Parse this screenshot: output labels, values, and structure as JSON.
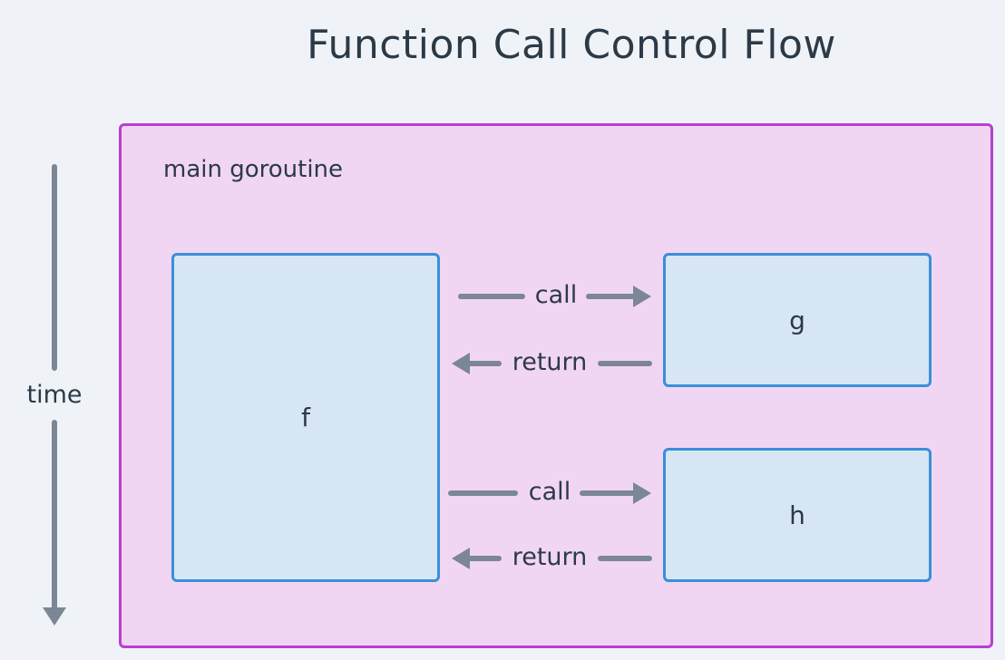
{
  "title": "Function Call Control Flow",
  "goroutine": {
    "label": "main goroutine"
  },
  "time_axis": {
    "label": "time"
  },
  "functions": {
    "f": "f",
    "g": "g",
    "h": "h"
  },
  "edges": [
    {
      "label": "call"
    },
    {
      "label": "return"
    },
    {
      "label": "call"
    },
    {
      "label": "return"
    }
  ],
  "colors": {
    "background": "#eff3f7",
    "goroutine_fill": "#f1d6f3",
    "goroutine_border": "#b83fd1",
    "box_fill": "#d6e6f5",
    "box_border": "#3a8fda",
    "arrow": "#7b8794",
    "text": "#2c3a47"
  }
}
